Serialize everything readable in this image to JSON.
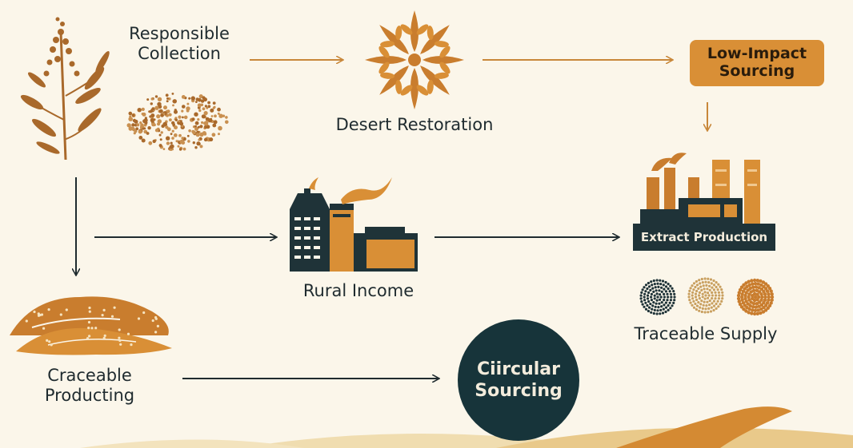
{
  "nodes": {
    "responsible_collection": {
      "line1": "Responsible",
      "line2": "Collection"
    },
    "desert_restoration": {
      "label": "Desert Restoration"
    },
    "low_impact_sourcing": {
      "line1": "Low-Impact",
      "line2": "Sourcing"
    },
    "rural_income": {
      "label": "Rural Income"
    },
    "extract_production": {
      "label": "Extract Production"
    },
    "traceable_supply": {
      "label": "Traceable Supply"
    },
    "craceable_producting": {
      "line1": "Craceable",
      "line2": "Producting"
    },
    "circular_sourcing": {
      "line1": "Ciircular",
      "line2": "Sourcing"
    }
  },
  "colors": {
    "background": "#fbf6ea",
    "accent_orange": "#d98f36",
    "dark_teal": "#17343a",
    "plant_brown": "#a9692b"
  },
  "icons": [
    "plant-sprig-icon",
    "seed-pile-icon",
    "leaf-star-icon",
    "factory-icon",
    "large-factory-icon",
    "seed-circle-icon",
    "sand-mound-icon",
    "dune-icon"
  ]
}
